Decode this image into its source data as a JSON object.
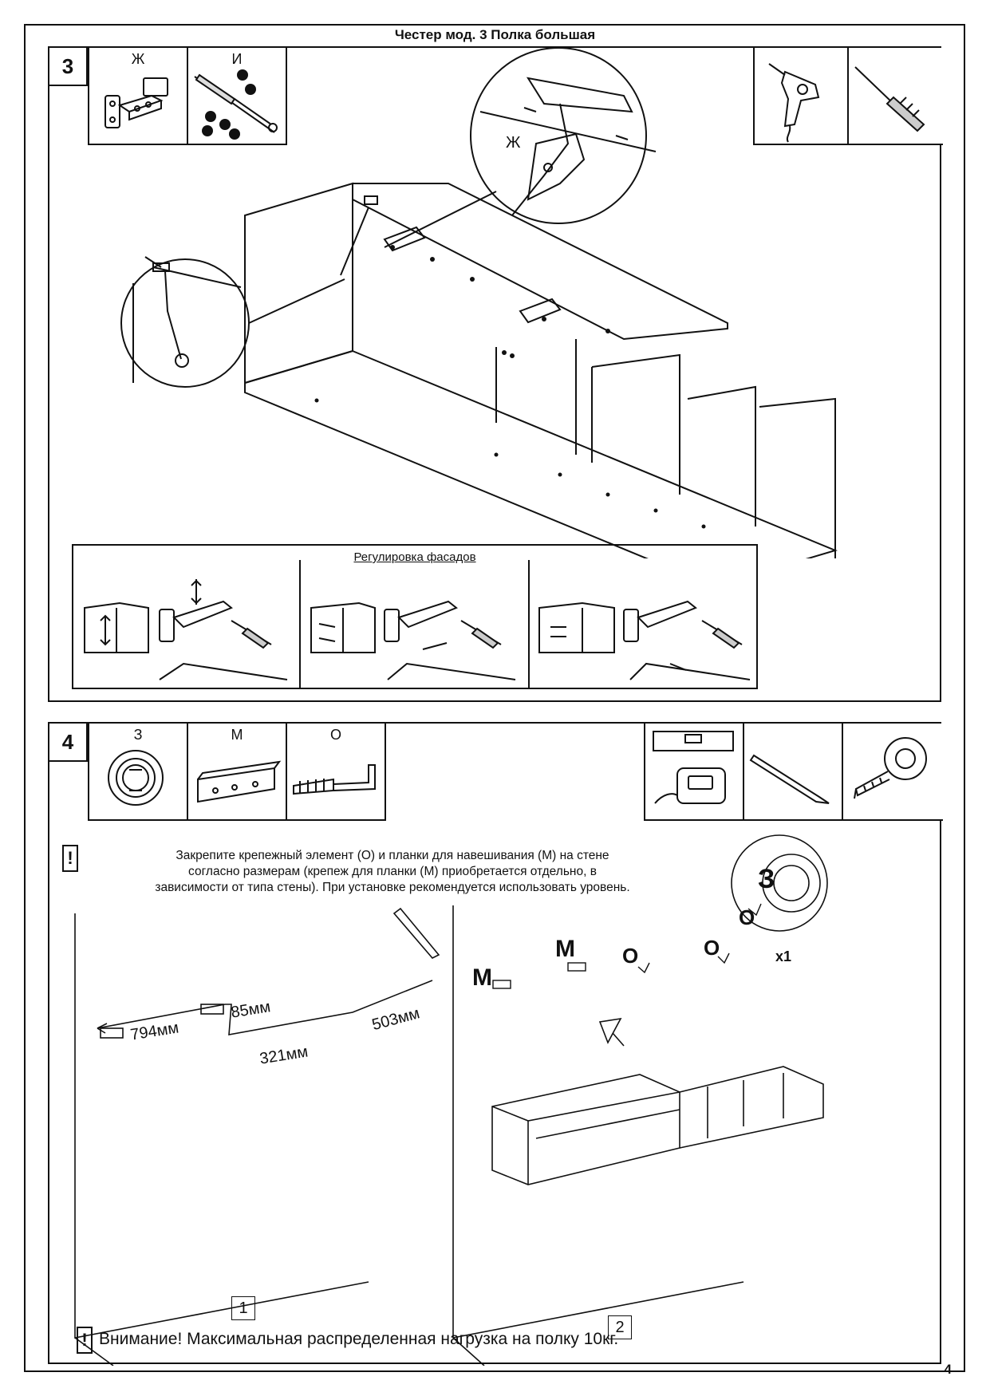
{
  "page_title": "Честер мод. 3 Полка большая",
  "page_number": "4",
  "step3": {
    "number": "3",
    "parts": [
      {
        "label": "Ж",
        "icon": "hinge-icon"
      },
      {
        "label": "И",
        "icon": "gas-lift-and-screws-icon"
      }
    ],
    "tools": [
      "drill-icon",
      "screwdriver-icon"
    ],
    "detail_label": "Ж",
    "adjust_title": "Регулировка фасадов"
  },
  "step4": {
    "number": "4",
    "parts": [
      {
        "label": "З",
        "icon": "wall-hook-ring-icon"
      },
      {
        "label": "М",
        "icon": "mounting-rail-icon"
      },
      {
        "label": "О",
        "icon": "dowel-hook-icon"
      }
    ],
    "tools": [
      "spirit-level-icon",
      "pencil-icon",
      "tape-measure-icon"
    ],
    "note": "Закрепите крепежный элемент (О) и планки для навешивания (М) на стене согласно размерам (крепеж для планки (М) приобретается отдельно, в зависимости от типа стены). При установке рекомендуется использовать уровень.",
    "note_lines": [
      "Закрепите крепежный элемент (О) и планки для навешивания (М) на стене",
      "согласно размерам (крепеж для планки (М) приобретается отдельно, в",
      "зависимости от типа стены). При установке рекомендуется использовать уровень."
    ],
    "dimensions": [
      "794мм",
      "85мм",
      "321мм",
      "503мм"
    ],
    "panel1": "1",
    "panel2": "2",
    "labels": {
      "m1": "М",
      "m2": "М",
      "o1": "О",
      "o2": "О",
      "o3": "О",
      "z": "З",
      "x1": "х1"
    },
    "warning": "Внимание! Максимальная распределенная нагрузка на полку 10кг."
  }
}
